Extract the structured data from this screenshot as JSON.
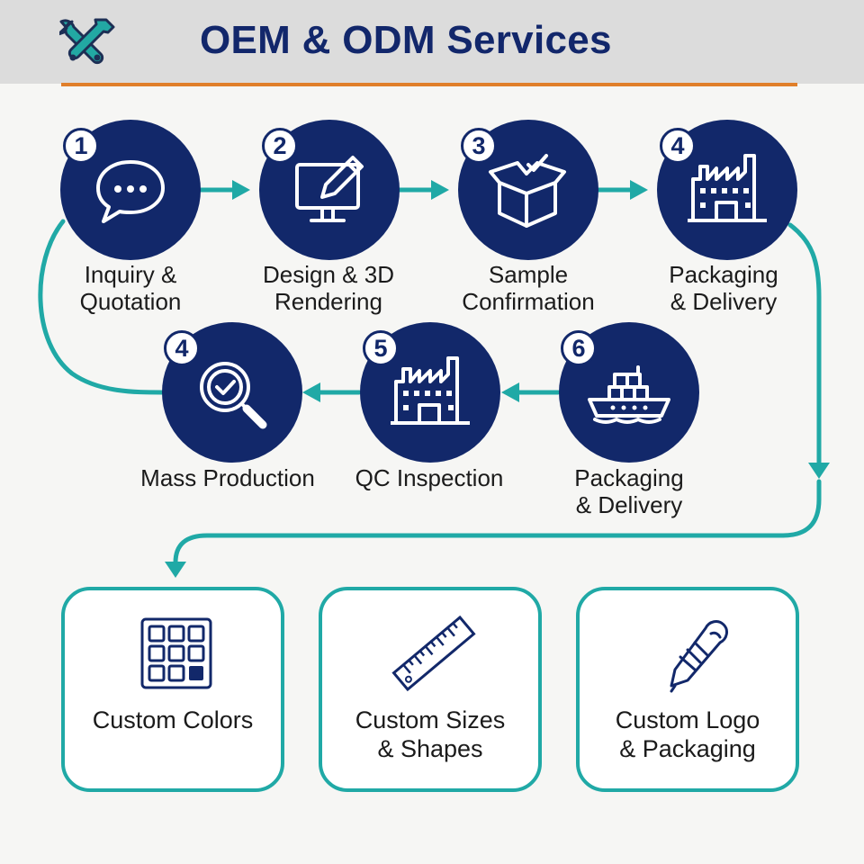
{
  "header": {
    "title": "OEM & ODM Services",
    "icon": "tools-icon"
  },
  "colors": {
    "navy": "#12286a",
    "teal": "#20a9a6",
    "orange": "#e07f2a",
    "header_bg": "#dcdcdc"
  },
  "process_steps": [
    {
      "number": "1",
      "label_line1": "Inquiry &",
      "label_line2": "Quotation",
      "icon": "chat-bubble-icon"
    },
    {
      "number": "2",
      "label_line1": "Design & 3D",
      "label_line2": "Rendering",
      "icon": "monitor-pencil-icon"
    },
    {
      "number": "3",
      "label_line1": "Sample",
      "label_line2": "Confirmation",
      "icon": "open-box-icon"
    },
    {
      "number": "4",
      "label_line1": "Packaging",
      "label_line2": "& Delivery",
      "icon": "factory-icon"
    },
    {
      "number": "4",
      "label_line1": "Mass Production",
      "label_line2": "",
      "icon": "magnifier-check-icon"
    },
    {
      "number": "5",
      "label_line1": "QC Inspection",
      "label_line2": "",
      "icon": "factory-icon"
    },
    {
      "number": "6",
      "label_line1": "Packaging",
      "label_line2": "& Delivery",
      "icon": "cargo-ship-icon"
    }
  ],
  "service_cards": [
    {
      "label_line1": "Custom Colors",
      "label_line2": "",
      "icon": "color-grid-icon"
    },
    {
      "label_line1": "Custom Sizes",
      "label_line2": "& Shapes",
      "icon": "ruler-icon"
    },
    {
      "label_line1": "Custom Logo",
      "label_line2": "& Packaging",
      "icon": "pen-stamp-icon"
    }
  ]
}
